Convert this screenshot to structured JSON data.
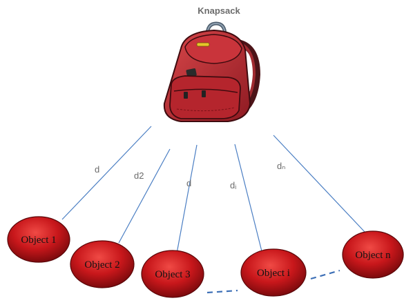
{
  "title": "Knapsack",
  "knapsack_icon": "backpack-icon",
  "edge_labels": [
    "d",
    "d2",
    "d",
    "dᵢ",
    "dₙ"
  ],
  "objects": [
    "Object 1",
    "Object 2",
    "Object 3",
    "Object i",
    "Object n"
  ],
  "colors": {
    "edge": "#4a7ec3",
    "object_fill": "#c8171b",
    "object_stroke": "#5a0608",
    "backpack": "#b9222c",
    "text_gray": "#6b6b6b"
  }
}
